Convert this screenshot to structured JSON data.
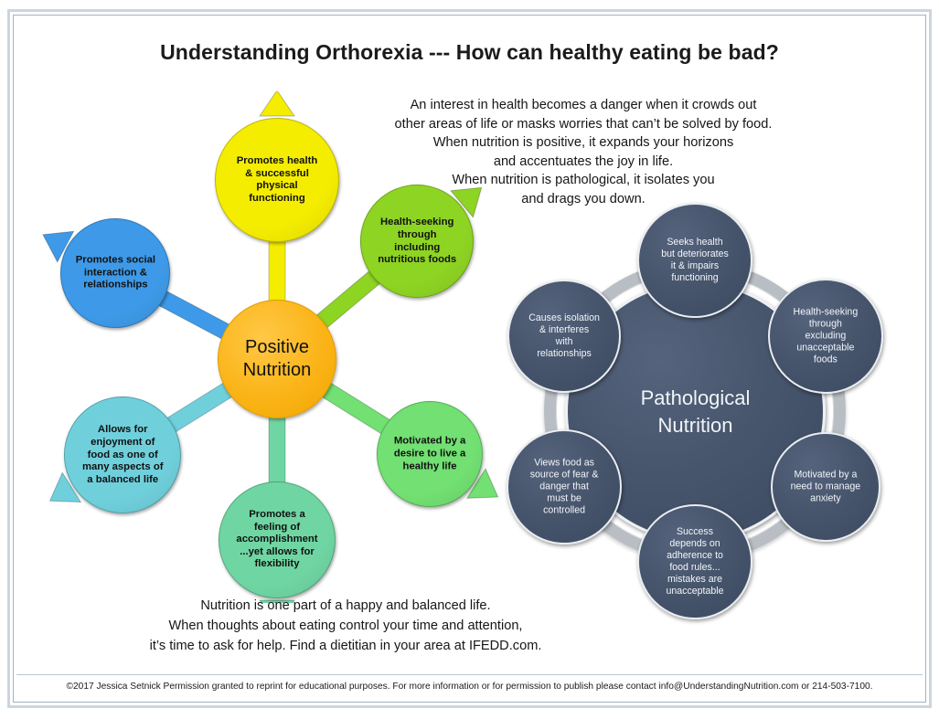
{
  "title": "Understanding Orthorexia --- How can healthy eating be bad?",
  "intro": {
    "line1": "An interest in health becomes a danger when it crowds out",
    "line2": "other areas of life or masks worries that can’t be solved by food.",
    "line3": "When nutrition is positive, it expands your horizons",
    "line4": "and accentuates the joy in life.",
    "line5": "When nutrition is pathological, it isolates you",
    "line6": "and drags you down."
  },
  "outro": {
    "line1": "Nutrition is one part of a happy and balanced life.",
    "line2": "When thoughts about eating control your time and attention,",
    "line3": "it’s time to ask for help. Find a dietitian in your area at IFEDD.com."
  },
  "footer": "©2017 Jessica Setnick Permission granted to reprint for educational purposes. For more information or for permission to publish please contact info@UnderstandingNutrition.com or 214-503-7100.",
  "positive": {
    "center": {
      "label_line1": "Positive",
      "label_line2": "Nutrition",
      "color": "#fbb418"
    },
    "nodes": [
      {
        "id": "promotes-health",
        "lines": [
          "Promotes health",
          "& successful",
          "physical",
          "functioning"
        ],
        "color": "#f5ed00"
      },
      {
        "id": "health-seeking-including",
        "lines": [
          "Health-seeking",
          "through",
          "including",
          "nutritious foods"
        ],
        "color": "#8ed423"
      },
      {
        "id": "motivated-desire",
        "lines": [
          "Motivated by a",
          "desire to live a",
          "healthy life"
        ],
        "color": "#72e072"
      },
      {
        "id": "promotes-accomplishment",
        "lines": [
          "Promotes a",
          "feeling of",
          "accomplishment",
          "...yet allows for",
          "flexibility"
        ],
        "color": "#6fd6a3"
      },
      {
        "id": "allows-enjoyment",
        "lines": [
          "Allows for",
          "enjoyment of",
          "food as one of",
          "many aspects of",
          "a balanced life"
        ],
        "color": "#6fd0dc"
      },
      {
        "id": "promotes-social",
        "lines": [
          "Promotes social",
          "interaction &",
          "relationships"
        ],
        "color": "#3e9ae8"
      }
    ]
  },
  "pathological": {
    "center": {
      "label_line1": "Pathological",
      "label_line2": "Nutrition",
      "color": "#404e66"
    },
    "ring_color": "#b9bec4",
    "nodes": [
      {
        "id": "seeks-health-deteriorates",
        "lines": [
          "Seeks health",
          "but deteriorates",
          "it & impairs",
          "functioning"
        ]
      },
      {
        "id": "health-seeking-excluding",
        "lines": [
          "Health-seeking",
          "through",
          "excluding",
          "unacceptable",
          "foods"
        ]
      },
      {
        "id": "motivated-anxiety",
        "lines": [
          "Motivated by a",
          "need to manage",
          "anxiety"
        ]
      },
      {
        "id": "success-adherence",
        "lines": [
          "Success",
          "depends on",
          "adherence to",
          "food rules...",
          "mistakes are",
          "unacceptable"
        ]
      },
      {
        "id": "views-food-fear",
        "lines": [
          "Views food as",
          "source of fear &",
          "danger that",
          "must be",
          "controlled"
        ]
      },
      {
        "id": "causes-isolation",
        "lines": [
          "Causes isolation",
          "& interferes",
          "with",
          "relationships"
        ]
      }
    ]
  }
}
